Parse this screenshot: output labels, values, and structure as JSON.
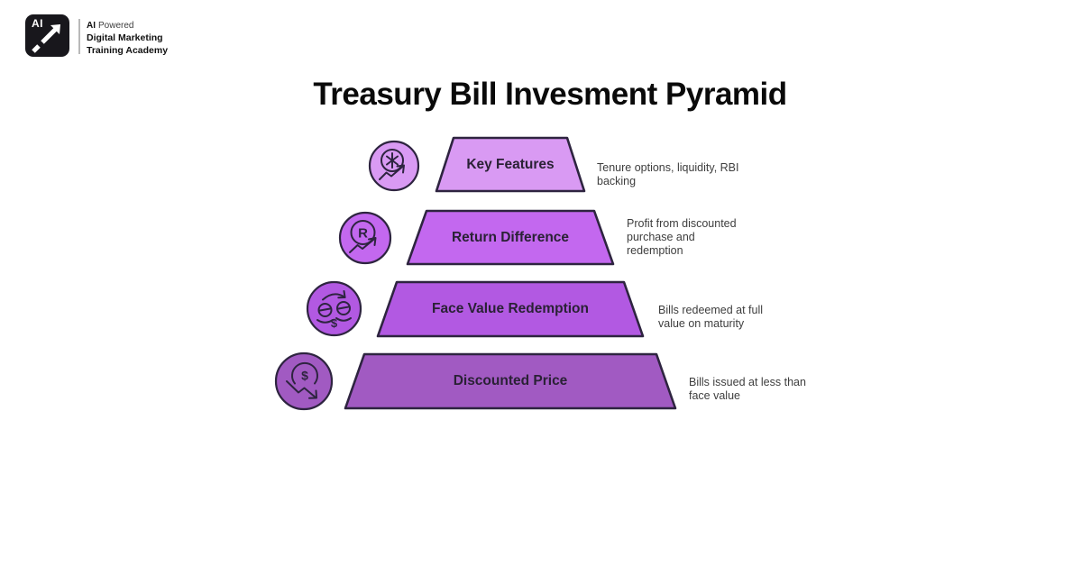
{
  "brand": {
    "logo_monogram": "AI",
    "tagline_prefix": "AI",
    "tagline_rest": "Powered",
    "line2": "Digital Marketing",
    "line3": "Training Academy"
  },
  "title": "Treasury Bill Invesment Pyramid",
  "pyramid": {
    "levels": [
      {
        "label": "Key Features",
        "description": "Tenure options, liquidity, RBI backing",
        "fill": "#d99af3",
        "icon": "coin-asterisk-growth-icon"
      },
      {
        "label": "Return Difference",
        "description": "Profit from discounted purchase and redemption",
        "fill": "#c368ef",
        "icon": "coin-r-growth-icon"
      },
      {
        "label": "Face Value Redemption",
        "description": "Bills redeemed at full value on maturity",
        "fill": "#b259e2",
        "icon": "coins-exchange-icon"
      },
      {
        "label": "Discounted Price",
        "description": "Bills issued at less than face value",
        "fill": "#a15ac2",
        "icon": "coin-price-drop-icon"
      }
    ]
  },
  "colors": {
    "outline": "#2e2440",
    "label_text": "#2a2135",
    "description_text": "#3e3e3e",
    "title_text": "#0a0a0a",
    "logo_background": "#18171c"
  }
}
